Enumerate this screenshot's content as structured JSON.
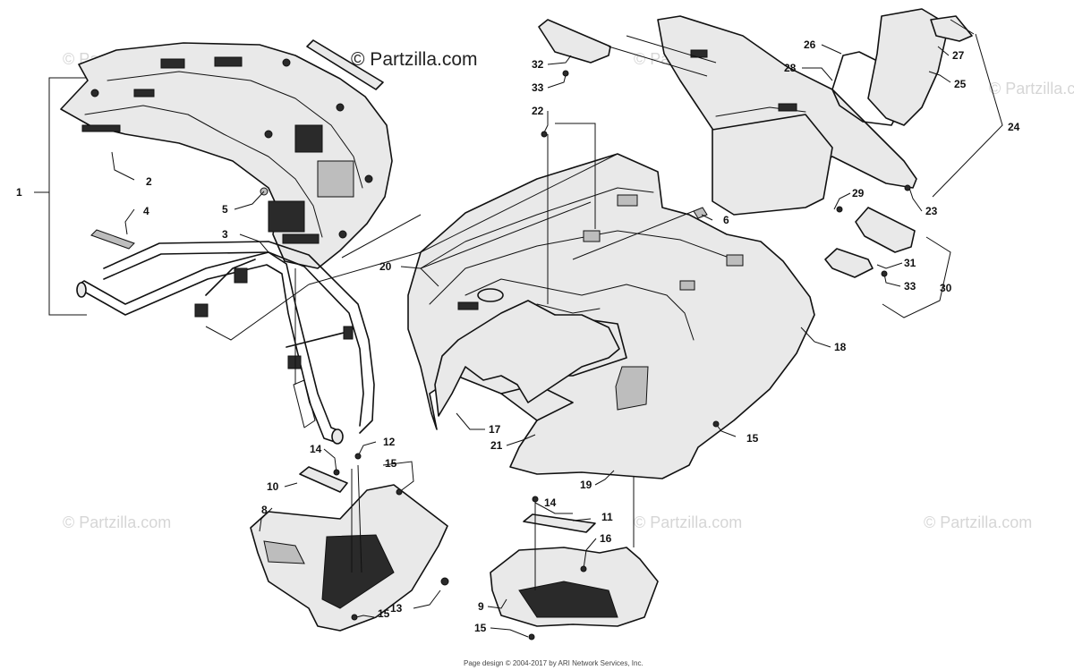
{
  "brand": "© Partzilla.com",
  "watermark": "© Partzilla.com",
  "footer": "Page design © 2004-2017 by ARI Network Services, Inc.",
  "callouts": [
    "1",
    "2",
    "3",
    "4",
    "5",
    "6",
    "8",
    "9",
    "10",
    "11",
    "12",
    "13",
    "14",
    "14",
    "15",
    "15",
    "15",
    "15",
    "16",
    "17",
    "18",
    "19",
    "20",
    "21",
    "22",
    "23",
    "24",
    "25",
    "26",
    "27",
    "28",
    "29",
    "30",
    "31",
    "32",
    "33",
    "33"
  ]
}
